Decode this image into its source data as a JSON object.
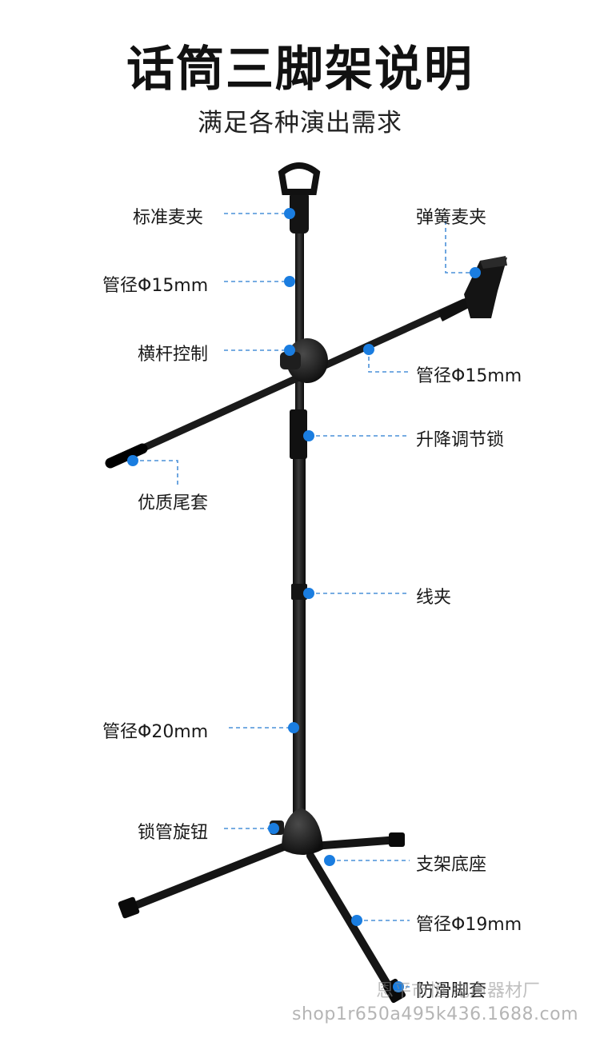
{
  "header": {
    "title": "话筒三脚架说明",
    "subtitle": "满足各种演出需求"
  },
  "callouts": {
    "standard_clip": "标准麦夹",
    "spring_clip": "弹簧麦夹",
    "tube_upper": "管径Φ15mm",
    "boom_control": "横杆控制",
    "tube_boom": "管径Φ15mm",
    "height_lock": "升降调节锁",
    "end_cap": "优质尾套",
    "cable_clip": "线夹",
    "tube_main": "管径Φ20mm",
    "lock_knob": "锁管旋钮",
    "base": "支架底座",
    "tube_leg": "管径Φ19mm",
    "foot": "防滑脚套"
  },
  "watermark": {
    "shop_name": "恩平市恒 电声器材厂",
    "url": "shop1r650a495k436.1688.com"
  },
  "colors": {
    "dot": "#1a7de0",
    "leader": "#4a90d9",
    "metal": "#1c1c1c"
  }
}
